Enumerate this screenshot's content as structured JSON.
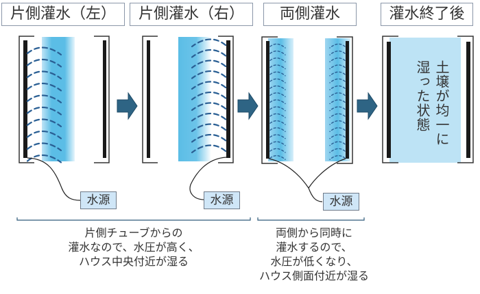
{
  "panels": [
    {
      "id": "one-side-left",
      "title": "片側灌水（左）"
    },
    {
      "id": "one-side-right",
      "title": "片側灌水（右）"
    },
    {
      "id": "both-sides",
      "title": "両側灌水"
    },
    {
      "id": "after",
      "title": "灌水終了後"
    }
  ],
  "after_text": {
    "line1": "土壌が均一に",
    "line2": "湿った状態"
  },
  "water_source_label": "水源",
  "captions": {
    "one_side": [
      "片側チューブからの",
      "灌水なので、水圧が高く、",
      "ハウス中央付近が湿る"
    ],
    "both_sides": [
      "両側から同時に",
      "灌水するので、",
      "水圧が低くなり、",
      "ハウス側面付近が湿る"
    ]
  },
  "colors": {
    "arrow": "#2e6484",
    "water_light": "#bde3f5",
    "water_mid": "#5bbde6",
    "spray_dash": "#2a5f94",
    "tube": "#1a1a1a",
    "source_box": "#cfe6f7"
  }
}
